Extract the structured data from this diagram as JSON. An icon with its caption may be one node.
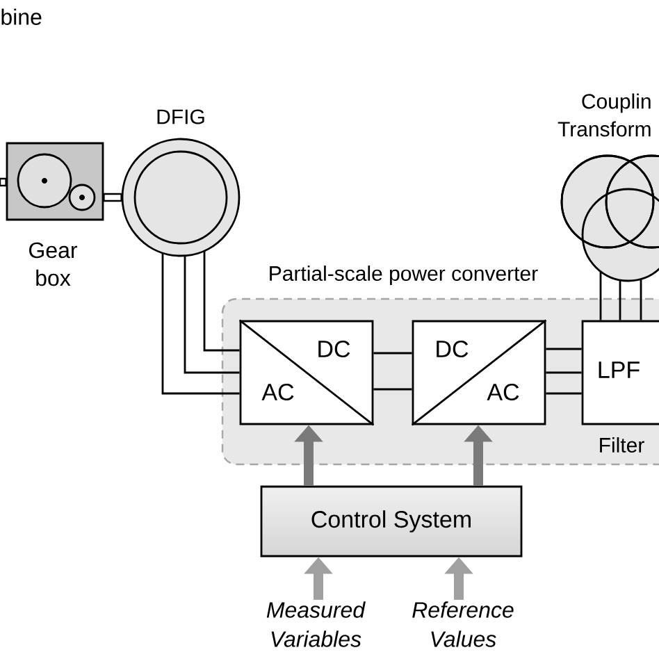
{
  "diagram": {
    "nodes": [
      {
        "text": [
          "Gear box"
        ]
      },
      {
        "text": [
          "DFIG"
        ]
      },
      {
        "text": [
          "Couplin Transform"
        ]
      },
      {
        "text": [
          "Partial-scale power converter"
        ]
      },
      {
        "text": [
          "DC",
          "AC"
        ],
        "in": 3
      },
      {
        "text": [
          "DC",
          "AC"
        ],
        "in": 3
      },
      {
        "text": [
          "LPF"
        ],
        "beside": [
          "Filter"
        ],
        "in": 3
      },
      {
        "text": [
          "Control System"
        ]
      },
      {
        "text": [
          "Measured Variables"
        ]
      },
      {
        "text": [
          "Reference Values"
        ]
      }
    ],
    "edges": [
      {
        "from": null,
        "to": 0,
        "arrow": "none"
      },
      {
        "from": 0,
        "to": 1,
        "arrow": "none"
      },
      {
        "from": 1,
        "to": 4,
        "arrow": "none"
      },
      {
        "from": 4,
        "to": 5,
        "arrow": "none"
      },
      {
        "from": 5,
        "to": 6,
        "arrow": "none"
      },
      {
        "from": 6,
        "to": 2,
        "arrow": "none"
      },
      {
        "from": 7,
        "to": 4,
        "arrow": "to",
        "style": "thick",
        "color": "#7a7a7a"
      },
      {
        "from": 7,
        "to": 5,
        "arrow": "to",
        "style": "thick",
        "color": "#7a7a7a"
      },
      {
        "from": 8,
        "to": 7,
        "arrow": "to",
        "style": "thick",
        "color": "#a0a0a0"
      },
      {
        "from": 9,
        "to": 7,
        "arrow": "to",
        "style": "thick",
        "color": "#a0a0a0"
      }
    ],
    "labels": [
      "bine"
    ]
  }
}
